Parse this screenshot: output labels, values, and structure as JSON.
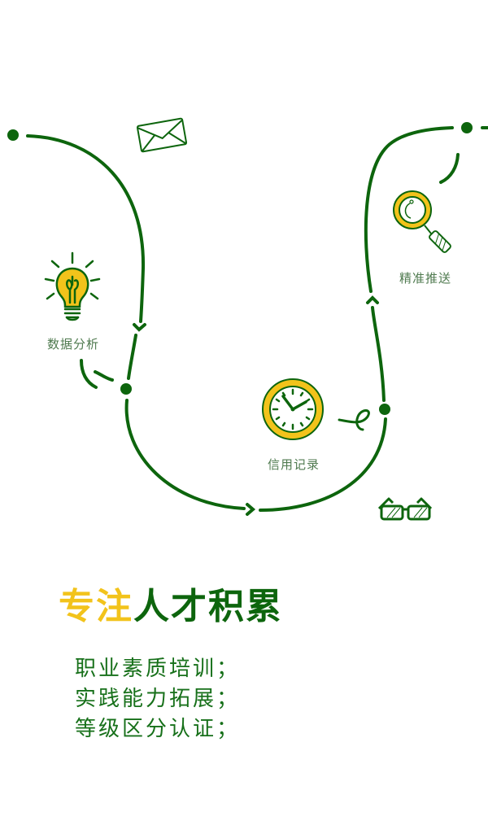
{
  "colors": {
    "primary_green": "#0d650d",
    "accent_yellow": "#f2c31b",
    "label_gray_green": "#4f7a4f",
    "background": "#ffffff"
  },
  "journey": {
    "icons": [
      "envelope-icon",
      "lightbulb-icon",
      "magnifier-icon",
      "clock-icon",
      "glasses-icon"
    ],
    "steps": [
      {
        "icon": "lightbulb-icon",
        "label": "数据分析"
      },
      {
        "icon": "clock-icon",
        "label": "信用记录"
      },
      {
        "icon": "magnifier-icon",
        "label": "精准推送"
      }
    ]
  },
  "headline": {
    "accent": "专注",
    "main": "人才积累"
  },
  "bullets": [
    "职业素质培训；",
    "实践能力拓展；",
    "等级区分认证；"
  ]
}
